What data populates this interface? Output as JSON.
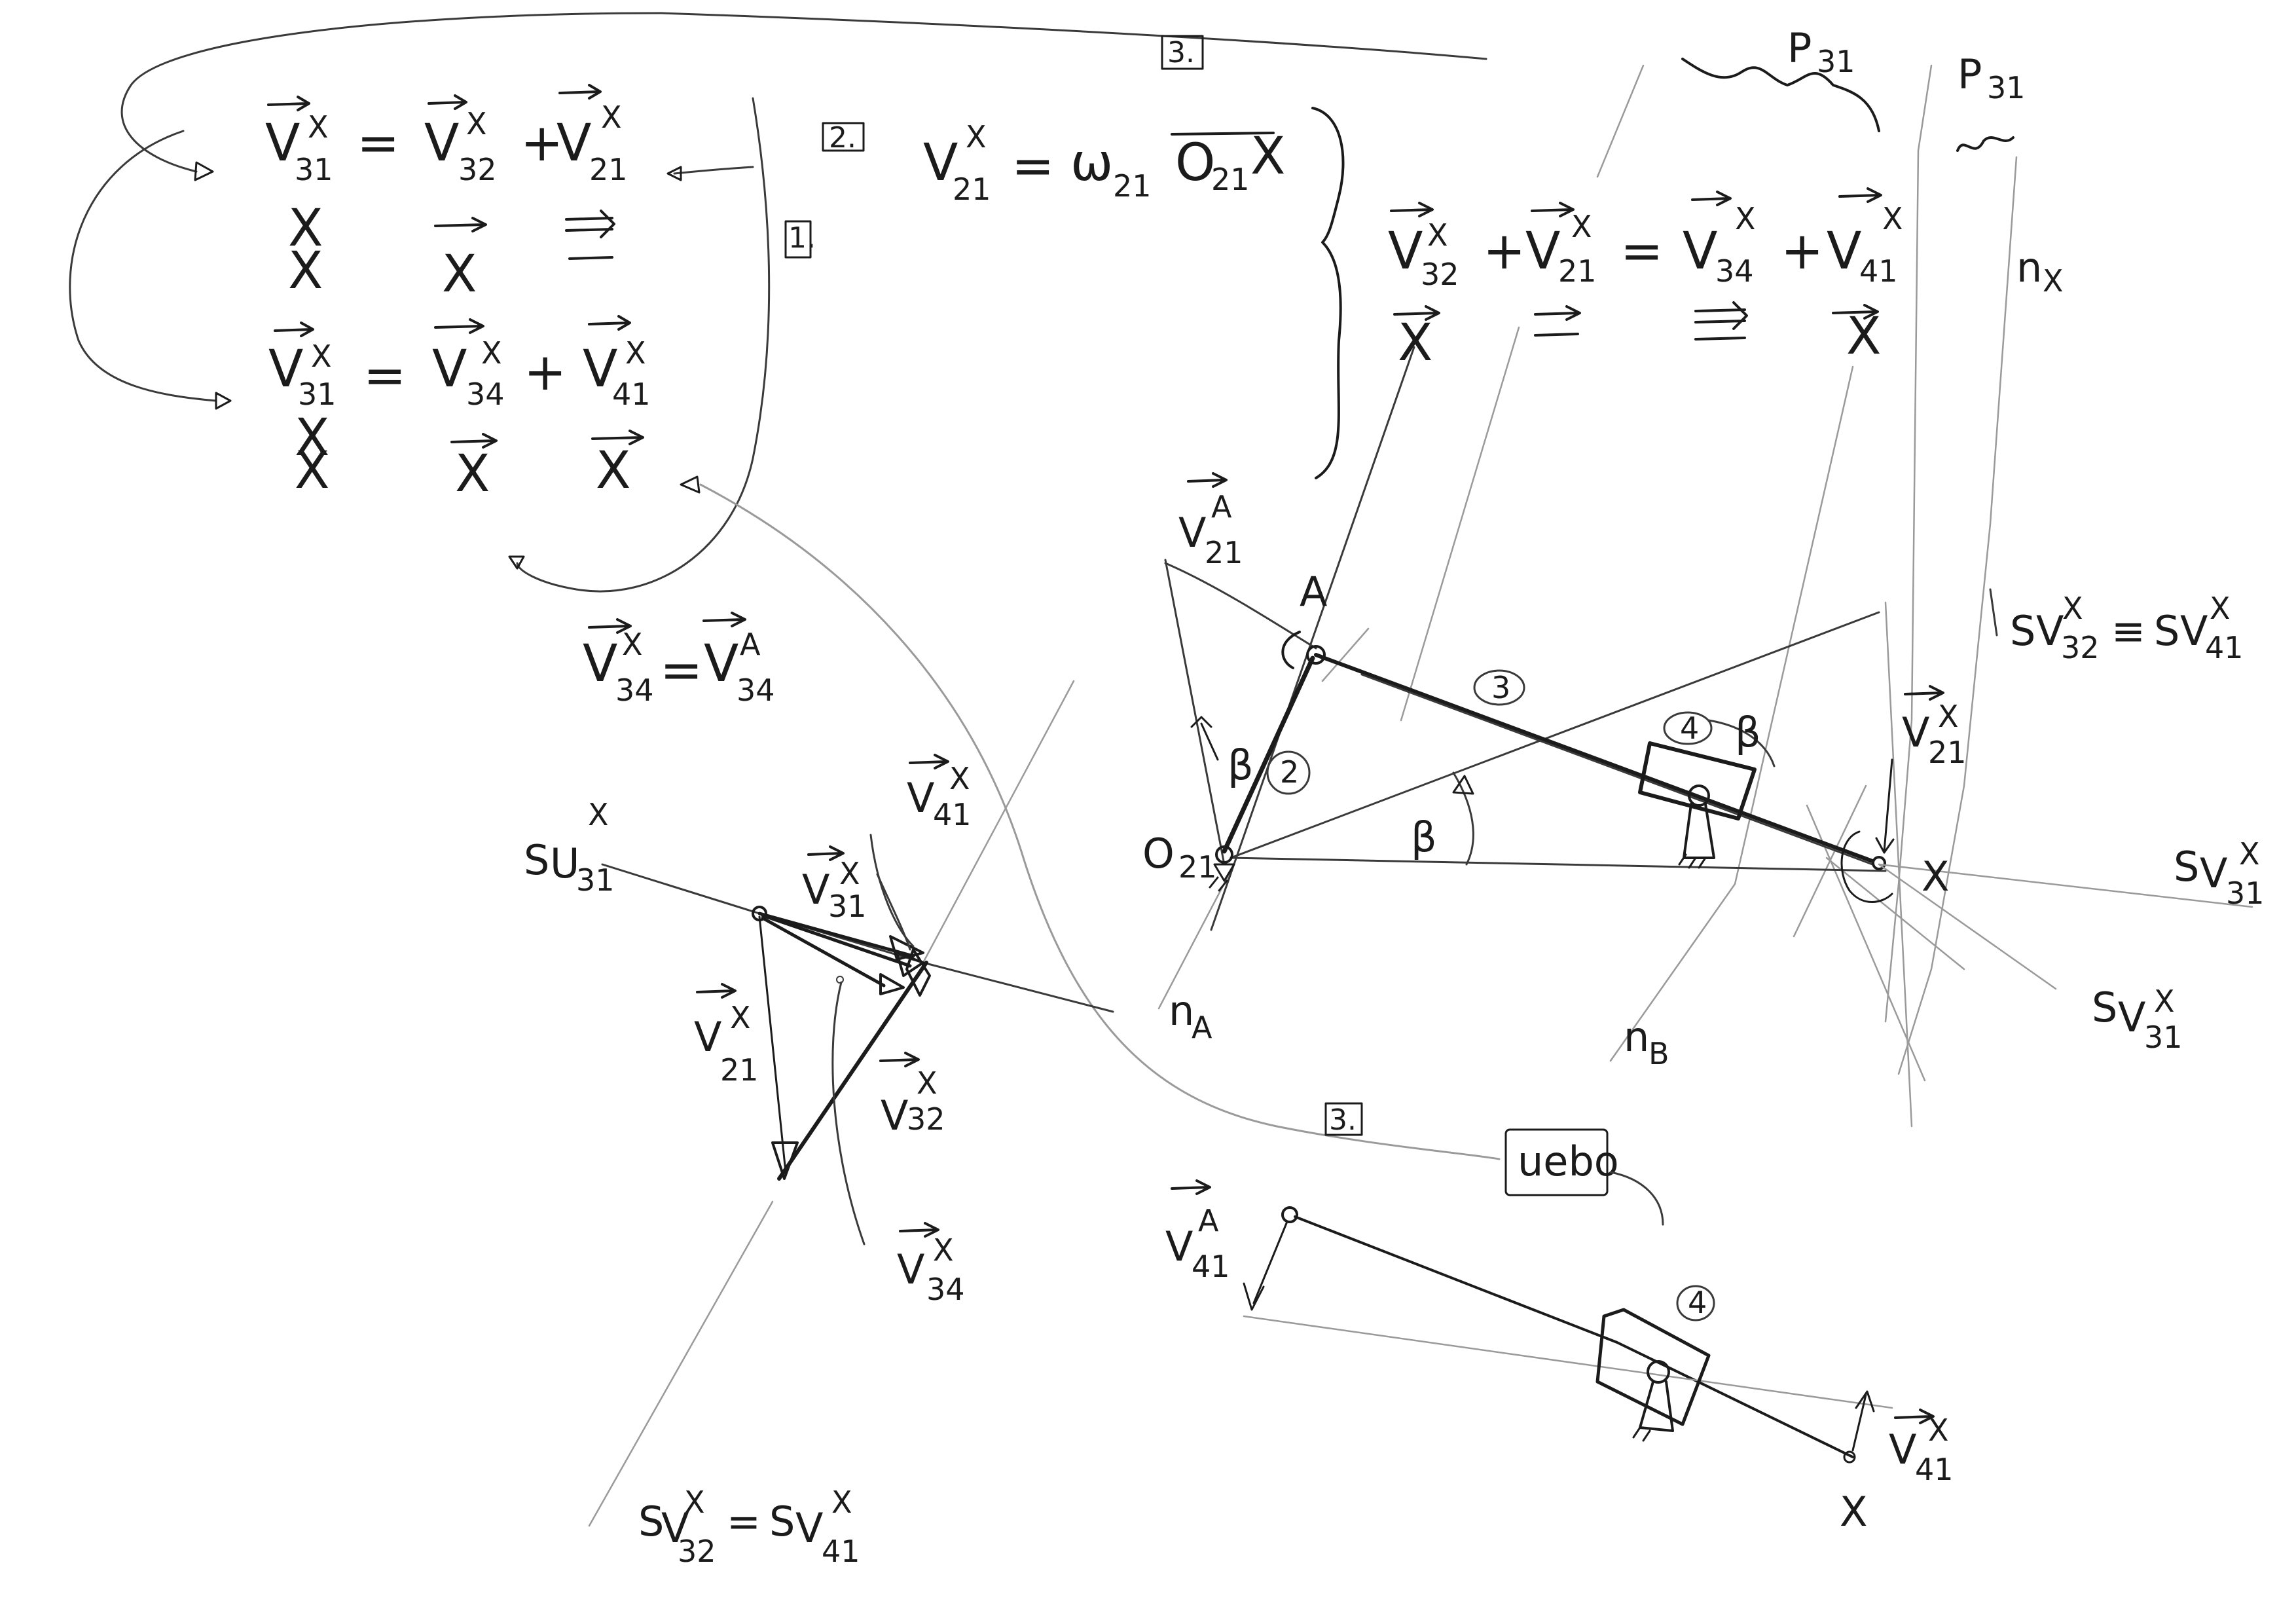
{
  "equations": {
    "eq1": {
      "lhs": "V",
      "lhs_sub": "31",
      "lhs_sup": "X",
      "op1": "=",
      "t1": "V",
      "t1_sub": "32",
      "t1_sup": "X",
      "op2": "+",
      "t2": "V",
      "t2_sub": "21",
      "t2_sup": "X",
      "row2": [
        "X",
        "X",
        "X",
        "=",
        "—"
      ],
      "box_label": "1."
    },
    "eq2": {
      "lhs": "V",
      "lhs_sub": "31",
      "lhs_sup": "X",
      "op1": "=",
      "t1": "V",
      "t1_sub": "34",
      "t1_sup": "X",
      "op2": "+",
      "t2": "V",
      "t2_sub": "41",
      "t2_sup": "X",
      "row2": [
        "X",
        "X",
        "X",
        "X"
      ]
    },
    "eq3": {
      "box_label": "2.",
      "lhs": "V",
      "lhs_sub": "21",
      "lhs_sup": "X",
      "op": "=",
      "rhs": "ω",
      "rhs_sub": "21",
      "rhs_seg": "O",
      "rhs_seg_sub": "21",
      "rhs_seg_tail": "X"
    },
    "eq4": {
      "t1": "V",
      "t1_sub": "32",
      "t1_sup": "X",
      "op1": "+",
      "t2": "V",
      "t2_sub": "21",
      "t2_sup": "X",
      "op2": "=",
      "t3": "V",
      "t3_sub": "34",
      "t3_sup": "X",
      "op3": "+",
      "t4": "V",
      "t4_sub": "41",
      "t4_sup": "X",
      "row2": [
        "X",
        "=",
        "=",
        "X"
      ]
    },
    "eq5": {
      "lhs": "V",
      "lhs_sub": "34",
      "lhs_sup": "X",
      "op": "=",
      "rhs": "V",
      "rhs_sub": "34",
      "rhs_sup": "A"
    },
    "box3_top": "3.",
    "box3_mid": "3.",
    "nebo": "uebo"
  },
  "mechanism": {
    "point_A": "A",
    "point_X": "X",
    "point_O": "O",
    "point_O_sub": "21",
    "link2": "2",
    "link3": "3",
    "link4": "4",
    "beta": "β",
    "n_A": "n",
    "n_A_sub": "A",
    "n_B": "n",
    "n_B_sub": "B",
    "n_X": "n",
    "n_X_sub": "X",
    "P31_a": "P",
    "P31_a_sub": "31",
    "P31_b": "P",
    "P31_b_sub": "31",
    "V21A": "V",
    "V21A_sub": "21",
    "V21A_sup": "A",
    "V21X": "V",
    "V21X_sub": "21",
    "V21X_sup": "X",
    "sv31_right": "S",
    "sv31_right_v": "V",
    "sv31_right_sub": "31",
    "sv31_right_sup": "X",
    "sv34": "S",
    "sv34_v": "V",
    "sv34_sub": "31",
    "sv34_sup": "X",
    "sv_eq": "S",
    "sv_eq_v1": "V",
    "sv_eq_sub1": "32",
    "sv_eq_sup1": "X",
    "sv_eq_op": "≡",
    "sv_eq_v2": "V",
    "sv_eq_sub2": "41",
    "sv_eq_sup2": "X"
  },
  "velocity_plan": {
    "su31": "S",
    "su31_v": "U",
    "su31_sub": "31",
    "su31_sup": "X",
    "v41": "V",
    "v41_sub": "41",
    "v41_sup": "X",
    "v31": "V",
    "v31_sub": "31",
    "v31_sup": "X",
    "v21": "V",
    "v21_sub": "21",
    "v21_sup": "X",
    "v32": "V",
    "v32_sub": "32",
    "v32_sup": "X",
    "v34": "V",
    "v34_sub": "34",
    "v34_sup": "X",
    "bottom_eq": "S",
    "bottom_v1": "V",
    "bottom_sub1": "32",
    "bottom_sup1": "X",
    "bottom_op": "=",
    "bottom_s2": "S",
    "bottom_v2": "V",
    "bottom_sub2": "41",
    "bottom_sup2": "X"
  },
  "alt_sketch": {
    "v41A": "V",
    "v41A_sub": "41",
    "v41A_sup": "A",
    "v41X": "V",
    "v41X_sub": "41",
    "v41X_sup": "X",
    "point_X": "X",
    "link4": "4"
  }
}
